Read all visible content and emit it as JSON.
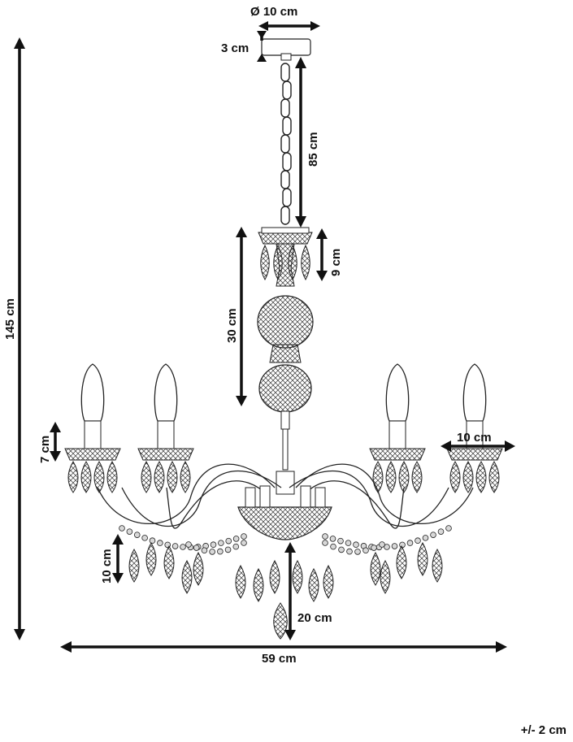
{
  "dimensions": {
    "diameter_canopy": "Ø 10 cm",
    "canopy_height": "3 cm",
    "chain_length": "85 cm",
    "top_crown": "9 cm",
    "column_height": "30 cm",
    "total_height": "145 cm",
    "candle_cup": "7 cm",
    "cup_width": "10 cm",
    "pendant_drop": "10 cm",
    "bottom_drop": "20 cm",
    "total_width": "59 cm"
  },
  "tolerance_note": "+/- 2 cm"
}
